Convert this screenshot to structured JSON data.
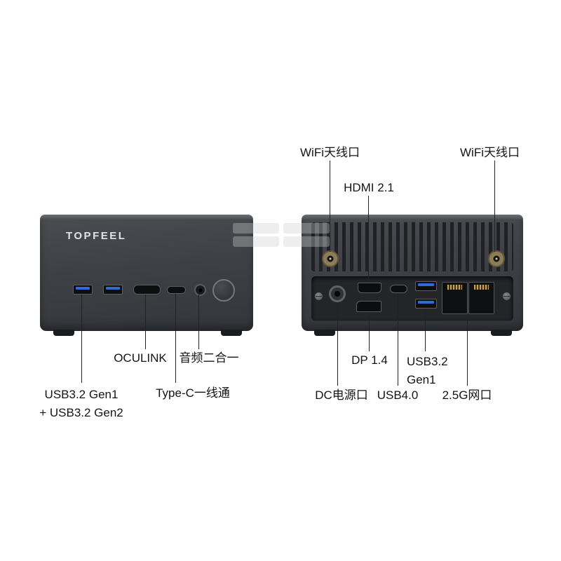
{
  "brand": "TOPFEEL",
  "front": {
    "labels": {
      "oculink": "OCULINK",
      "audio": "音频二合一",
      "usb_line1": "USB3.2 Gen1",
      "usb_line2": "+ USB3.2 Gen2",
      "typec": "Type-C一线通"
    }
  },
  "rear": {
    "labels": {
      "wifi_left": "WiFi天线口",
      "hdmi": "HDMI 2.1",
      "wifi_right": "WiFi天线口",
      "dp": "DP 1.4",
      "usb32_line1": "USB3.2",
      "usb32_line2": "Gen1",
      "dc": "DC电源口",
      "usb4": "USB4.0",
      "lan": "2.5G网口"
    }
  },
  "colors": {
    "body": "#3e4146",
    "usb_blue": "#2e6bd6",
    "label_text": "#141414",
    "leader_line": "#222222",
    "background": "#ffffff"
  }
}
